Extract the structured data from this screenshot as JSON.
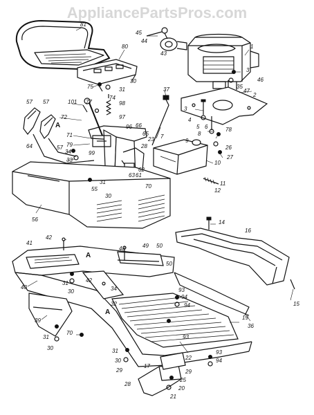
{
  "watermark": "AppliancePartsPros.com",
  "callouts": [
    "81",
    "80",
    "45",
    "44",
    "43",
    "1",
    "3",
    "46",
    "75",
    "31",
    "30",
    "74",
    "101",
    "77",
    "98",
    "57",
    "57",
    "97",
    "96",
    "72",
    "71",
    "99",
    "79",
    "34",
    "33",
    "64",
    "57",
    "56",
    "65",
    "66",
    "37",
    "35",
    "2",
    "47",
    "3",
    "4",
    "5",
    "6",
    "7",
    "8",
    "9",
    "78",
    "26",
    "27",
    "10",
    "28",
    "23",
    "55",
    "31",
    "30",
    "61",
    "62",
    "63",
    "70",
    "12",
    "11",
    "14",
    "16",
    "41",
    "42",
    "48",
    "49",
    "50",
    "50",
    "40",
    "31",
    "30",
    "42",
    "32",
    "34",
    "93",
    "94",
    "17",
    "15",
    "39",
    "31",
    "30",
    "70",
    "31",
    "30",
    "29",
    "28",
    "25",
    "20",
    "21",
    "29",
    "22",
    "93",
    "94",
    "19",
    "36",
    "94",
    "93",
    "A",
    "A",
    "A"
  ]
}
